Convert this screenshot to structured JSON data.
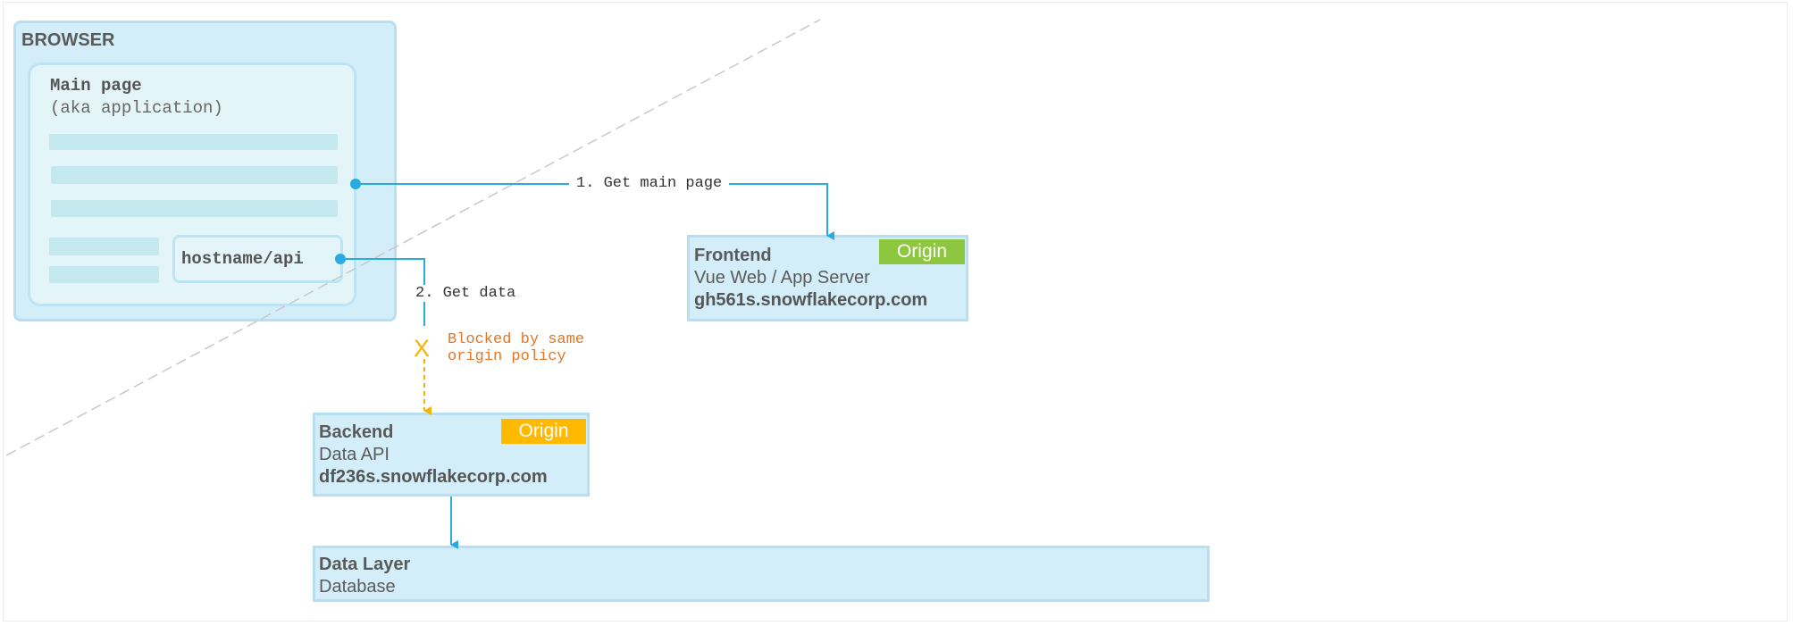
{
  "browser": {
    "title": "BROWSER",
    "main_page": {
      "title": "Main page",
      "subtitle": "(aka application)",
      "api_label": "hostname/api"
    }
  },
  "edges": {
    "get_main_page": "1. Get main page",
    "get_data": "2. Get data",
    "blocked_mark": "X",
    "blocked_line1": "Blocked by same",
    "blocked_line2": "origin policy"
  },
  "frontend": {
    "name": "Frontend",
    "description": "Vue Web / App Server",
    "host": "gh561s.snowflakecorp.com",
    "badge": "Origin",
    "badge_color": "#8dc63f"
  },
  "backend": {
    "name": "Backend",
    "description": "Data API",
    "host": "df236s.snowflakecorp.com",
    "badge": "Origin",
    "badge_color": "#ffb900"
  },
  "data_layer": {
    "name": "Data Layer",
    "description": "Database"
  },
  "colors": {
    "connector": "#29abe2",
    "blocked": "#f4b400",
    "boundary": "#c8c8c8"
  }
}
